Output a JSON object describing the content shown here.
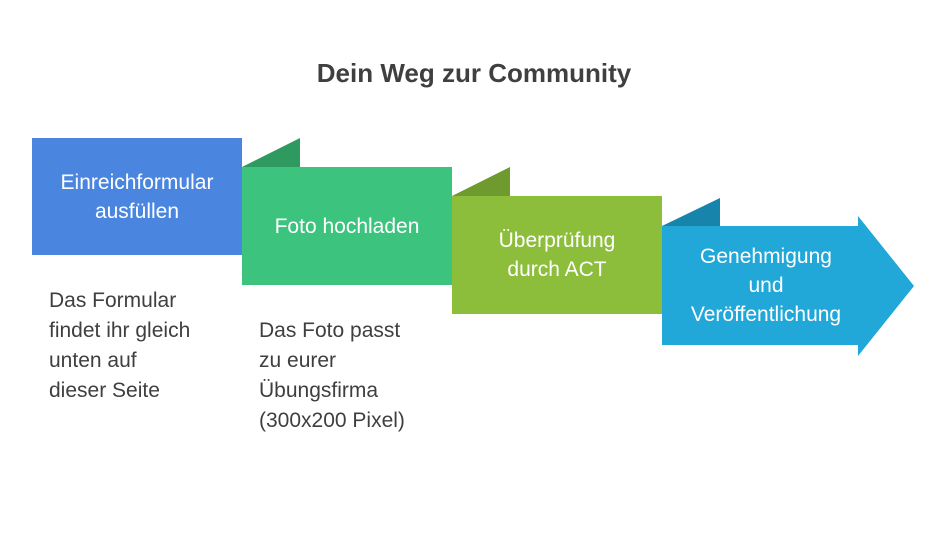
{
  "title": "Dein Weg zur Community",
  "colors": {
    "step1": "#4a86e0",
    "step2": "#3cc47f",
    "step3": "#8cbd3b",
    "step4": "#21a8d8",
    "text": "#3f3f3f"
  },
  "steps": [
    {
      "label": "Einreichformular\nausfüllen",
      "description": "Das Formular\nfindet ihr gleich\nunten auf\ndieser Seite"
    },
    {
      "label": "Foto hochladen",
      "description": "Das Foto passt\nzu eurer\nÜbungsfirma\n(300x200 Pixel)"
    },
    {
      "label": "Überprüfung\ndurch ACT",
      "description": ""
    },
    {
      "label": "Genehmigung\nund\nVeröffentlichung",
      "description": ""
    }
  ]
}
